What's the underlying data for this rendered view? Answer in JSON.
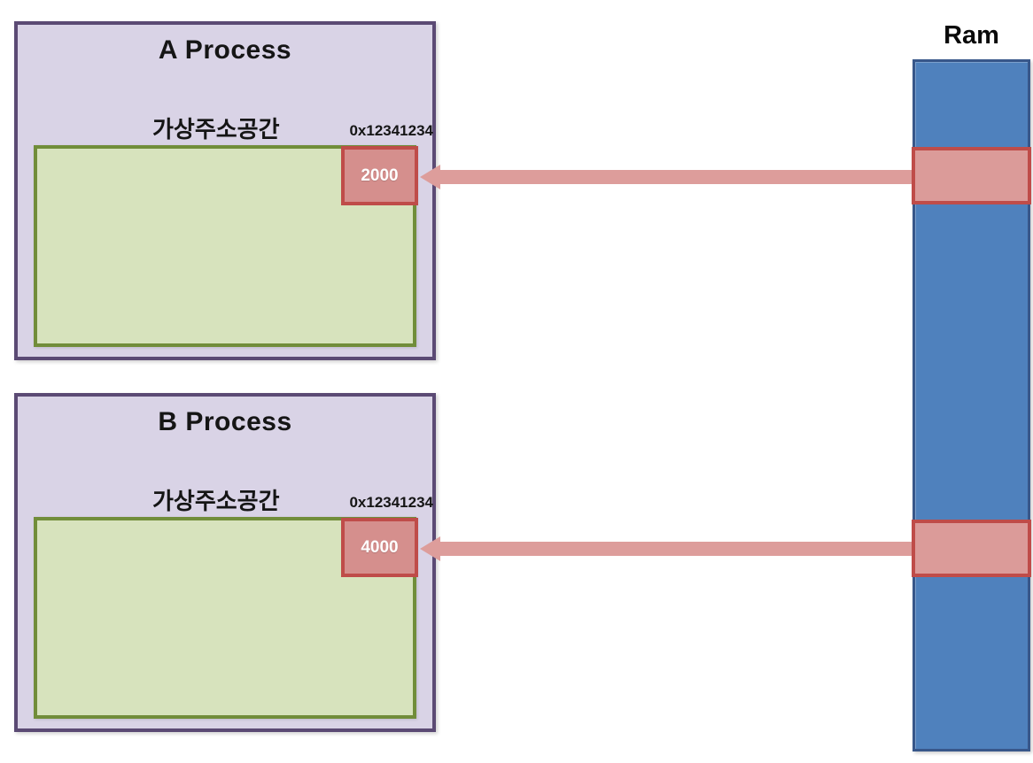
{
  "diagram": {
    "description": "Virtual memory mapping diagram: two processes with identical virtual addresses mapped to different RAM frames",
    "processes": [
      {
        "title": "A Process",
        "space_label": "가상주소공간",
        "address": "0x12341234",
        "page": "2000"
      },
      {
        "title": "B Process",
        "space_label": "가상주소공간",
        "address": "0x12341234",
        "page": "4000"
      }
    ],
    "ram": {
      "label": "Ram",
      "highlighted_frames": 2
    }
  },
  "palette": {
    "process-fill": "#d9d3e6",
    "process-border": "#5b4a74",
    "vas-fill": "#d7e3bd",
    "vas-border": "#718d3a",
    "page-fill": "#d58f8d",
    "page-border": "#bf4c49",
    "frame-fill": "#db9b99",
    "ram-fill": "#4f81bd",
    "ram-border": "#38578a",
    "arrow-fill": "#dd9d9b"
  }
}
